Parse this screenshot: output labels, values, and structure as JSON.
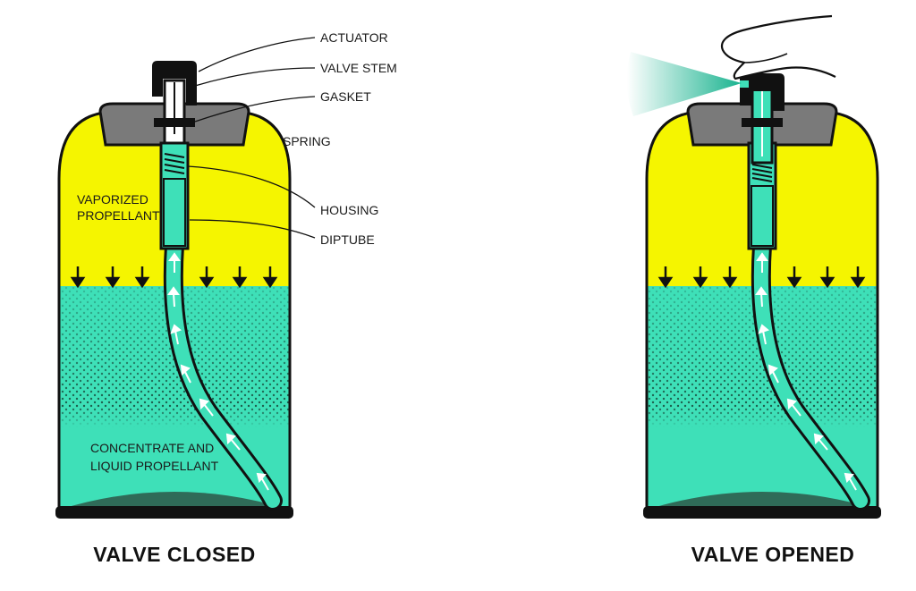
{
  "colors": {
    "propellant_gas": "#f5f500",
    "liquid": "#3ee0b8",
    "can_bottom": "#2f6b58",
    "dark": "#111111",
    "cap_gray": "#7a7a7a",
    "spray": "#19b38f"
  },
  "labels": {
    "actuator": "ACTUATOR",
    "valve_stem": "VALVE STEM",
    "gasket": "GASKET",
    "spring": "SPRING",
    "housing": "HOUSING",
    "diptube": "DIPTUBE",
    "vaporized_line1": "VAPORIZED",
    "vaporized_line2": "PROPELLANT",
    "concentrate_line1": "CONCENTRATE  AND",
    "concentrate_line2": "LIQUID PROPELLANT"
  },
  "captions": {
    "closed": "VALVE CLOSED",
    "opened": "VALVE OPENED"
  },
  "icons": [
    "finger-icon",
    "spray-mist-icon",
    "pressure-arrow-icon",
    "flow-arrow-icon"
  ]
}
